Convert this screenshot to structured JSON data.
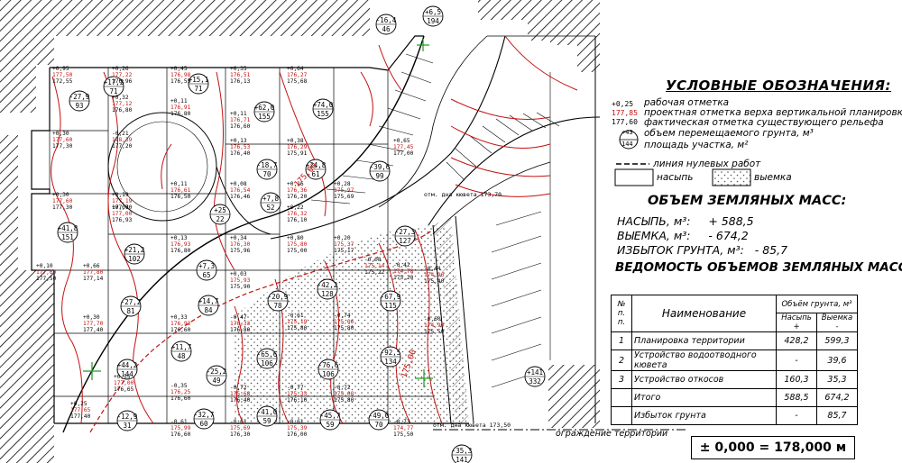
{
  "legend": {
    "title": "УСЛОВНЫЕ ОБОЗНАЧЕНИЯ:",
    "sample_top": "+0,25",
    "sample_mid": "177,85",
    "sample_bot": "177,60",
    "rows": [
      "рабочая отметка",
      "проектная отметка верха вертикальной планировки",
      "фактическая отметка существующего рельефа",
      "объем перемещаемого грунта, м³",
      "площадь участка, м²",
      "линия нулевых работ"
    ],
    "circle_sample": {
      "volume": "+43",
      "area": "144"
    },
    "fill_label": "насыпь",
    "cut_label": "выемка"
  },
  "volumes": {
    "title": "ОБЪЕМ ЗЕМЛЯНЫХ МАСС:",
    "lines": [
      "НАСЫПЬ, м³:     + 588,5",
      "ВЫЕМКА, м³:     - 674,2",
      "ИЗБЫТОК ГРУНТА, м³:   - 85,7"
    ]
  },
  "statement": {
    "title": "ВЕДОМОСТЬ ОБЪЕМОВ ЗЕМЛЯНЫХ МАСС:",
    "col_no": "№ п. п.",
    "col_name": "Наименование",
    "col_volume": "Объём грунта, м³",
    "col_fill": "Насыпь +",
    "col_cut": "Выемка -",
    "rows": [
      {
        "no": "1",
        "name": "Планировка территории",
        "fill": "428,2",
        "cut": "599,3"
      },
      {
        "no": "2",
        "name": "Устройство водоотводного кювета",
        "fill": "-",
        "cut": "39,6"
      },
      {
        "no": "3",
        "name": "Устройство откосов",
        "fill": "160,3",
        "cut": "35,3"
      },
      {
        "no": "",
        "name": "Итого",
        "fill": "588,5",
        "cut": "674,2"
      },
      {
        "no": "",
        "name": "Избыток грунта",
        "fill": "-",
        "cut": "85,7"
      }
    ]
  },
  "datum": "± 0,000 = 178,000 м",
  "fence": "ограждение территории",
  "map": {
    "circles": [
      {
        "v": "-27,9",
        "a": "93"
      },
      {
        "v": "+17,2",
        "a": "71"
      },
      {
        "v": "+15,1",
        "a": "71"
      },
      {
        "v": "+62,0",
        "a": "155"
      },
      {
        "v": "+74,0",
        "a": "155"
      },
      {
        "v": "-16,4",
        "a": "46"
      },
      {
        "v": "+6,5",
        "a": "194"
      },
      {
        "v": "-18,7",
        "a": "70"
      },
      {
        "v": "+24,8",
        "a": "61"
      },
      {
        "v": "-39,6",
        "a": "99"
      },
      {
        "v": "+7,8",
        "a": "52"
      },
      {
        "v": "+25",
        "a": "22"
      },
      {
        "v": "+41,8",
        "a": "151"
      },
      {
        "v": "+21,2",
        "a": "102"
      },
      {
        "v": "+7,3",
        "a": "65"
      },
      {
        "v": "-27,3",
        "a": "127"
      },
      {
        "v": "-42,2",
        "a": "128"
      },
      {
        "v": "-67,9",
        "a": "115"
      },
      {
        "v": "-27,2",
        "a": "81"
      },
      {
        "v": "+14,7",
        "a": "84"
      },
      {
        "v": "-20,9",
        "a": "78"
      },
      {
        "v": "+44,2",
        "a": "144"
      },
      {
        "v": "+11,7",
        "a": "48"
      },
      {
        "v": "-25,2",
        "a": "49"
      },
      {
        "v": "-65,6",
        "a": "106"
      },
      {
        "v": "-76,6",
        "a": "106"
      },
      {
        "v": "-92,5",
        "a": "134"
      },
      {
        "v": "+141",
        "a": "332"
      },
      {
        "v": "-12,9",
        "a": "31"
      },
      {
        "v": "-32,7",
        "a": "60"
      },
      {
        "v": "-41,0",
        "a": "59"
      },
      {
        "v": "-45,7",
        "a": "59"
      },
      {
        "v": "-49,0",
        "a": "70"
      },
      {
        "v": "-35,3",
        "a": "141"
      }
    ],
    "marks": [
      {
        "w": "+0,95",
        "p": "177,50",
        "f": "172,55"
      },
      {
        "w": "+0,26",
        "p": "177,22",
        "f": "176,96"
      },
      {
        "w": "+0,45",
        "p": "176,98",
        "f": "176,55"
      },
      {
        "w": "+0,35",
        "p": "176,51",
        "f": "176,13"
      },
      {
        "w": "+0,64",
        "p": "176,27",
        "f": "175,68"
      },
      {
        "w": "+0,30",
        "p": "177,60",
        "f": "177,30"
      },
      {
        "w": "+0,32",
        "p": "177,12",
        "f": "176,80"
      },
      {
        "w": "+0,11",
        "p": "176,91",
        "f": "176,80"
      },
      {
        "w": "+0,11",
        "p": "176,71",
        "f": "176,60"
      },
      {
        "w": "+0,13",
        "p": "176,53",
        "f": "176,40"
      },
      {
        "w": "+0,38",
        "p": "176,29",
        "f": "175,91"
      },
      {
        "w": "+0,30",
        "p": "177,60",
        "f": "177,30"
      },
      {
        "w": "-0,21",
        "p": "178,39",
        "f": "177,20"
      },
      {
        "w": "+0,65",
        "p": "177,45",
        "f": "177,00"
      },
      {
        "w": "+0,19",
        "p": "177,19",
        "f": "177,00"
      },
      {
        "w": "+0,11",
        "p": "176,61",
        "f": "176,50"
      },
      {
        "w": "+0,08",
        "p": "176,54",
        "f": "176,46"
      },
      {
        "w": "+0,16",
        "p": "176,36",
        "f": "176,20"
      },
      {
        "w": "+0,28",
        "p": "175,97",
        "f": "175,69"
      },
      {
        "w": "+0,07",
        "p": "177,00",
        "f": "176,93"
      },
      {
        "w": "+0,22",
        "p": "176,32",
        "f": "176,10"
      },
      {
        "w": "+0,10",
        "p": "177,60",
        "f": "177,50"
      },
      {
        "w": "+0,66",
        "p": "177,80",
        "f": "177,14"
      },
      {
        "w": "+0,13",
        "p": "176,93",
        "f": "176,80"
      },
      {
        "w": "+0,34",
        "p": "176,30",
        "f": "175,96"
      },
      {
        "w": "+0,80",
        "p": "175,80",
        "f": "175,00"
      },
      {
        "w": "+0,20",
        "p": "175,37",
        "f": "175,17"
      },
      {
        "w": "-0,08",
        "p": "175,14",
        "f": "175,22"
      },
      {
        "w": "-0,42",
        "p": "174,78",
        "f": "175,20"
      },
      {
        "w": "-0,44",
        "p": "174,96",
        "f": "175,40"
      },
      {
        "w": "+0,03",
        "p": "175,93",
        "f": "175,90"
      },
      {
        "w": "-0,61",
        "p": "175,19",
        "f": "175,80"
      },
      {
        "w": "-0,74",
        "p": "175,06",
        "f": "175,80"
      },
      {
        "w": "-0,60",
        "p": "174,90",
        "f": "175,50"
      },
      {
        "w": "+0,30",
        "p": "177,70",
        "f": "177,40"
      },
      {
        "w": "+0,33",
        "p": "176,93",
        "f": "176,60"
      },
      {
        "w": "-0,47",
        "p": "176,33",
        "f": "176,80"
      },
      {
        "w": "+0,35",
        "p": "177,00",
        "f": "176,65"
      },
      {
        "w": "-0,35",
        "p": "176,25",
        "f": "176,60"
      },
      {
        "w": "-0,72",
        "p": "175,68",
        "f": "176,40"
      },
      {
        "w": "-0,77",
        "p": "175,33",
        "f": "176,10"
      },
      {
        "w": "-0,72",
        "p": "175,08",
        "f": "175,80"
      },
      {
        "w": "+0,25",
        "p": "177,65",
        "f": "177,40"
      },
      {
        "w": "-0,61",
        "p": "175,99",
        "f": "176,60"
      },
      {
        "w": "-0,61",
        "p": "175,69",
        "f": "176,30"
      },
      {
        "w": "-0,61",
        "p": "175,39",
        "f": "176,00"
      },
      {
        "w": "-0,73",
        "p": "174,77",
        "f": "175,50"
      }
    ],
    "zero_line_labels": [
      "175,00",
      "175,00"
    ],
    "ditch_labels": [
      "отм. дна кювета 173,70",
      "отм. дна кювета 173,50"
    ]
  }
}
